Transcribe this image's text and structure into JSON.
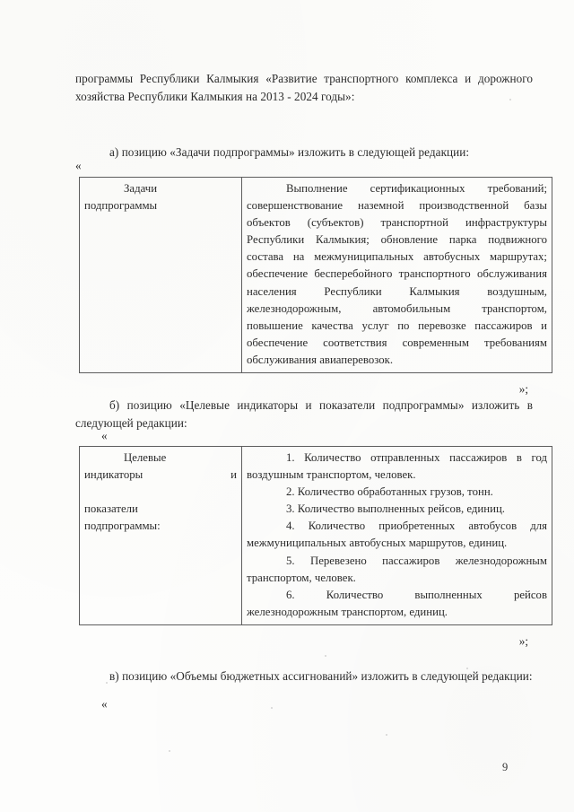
{
  "document": {
    "page_number": "9",
    "intro_paragraph": "программы Республики Калмыкия «Развитие транспортного комплекса и дорожного хозяйства Республики Калмыкия на 2013 - 2024 годы»:",
    "quote_open": "«",
    "quote_close": "»;"
  },
  "sections": [
    {
      "id": "a",
      "lead_in": "а) позицию «Задачи подпрограммы» изложить в следующей редакции:",
      "table": {
        "left_cell": {
          "line1": "Задачи",
          "line2": "подпрограммы"
        },
        "right_cell": {
          "text": "Выполнение сертификационных требований; совершенствование наземной производственной базы объектов (субъектов) транспортной инфраструктуры Республики Калмыкия; обновление парка подвижного состава на межмуниципальных автобусных маршрутах; обеспечение бесперебойного транспортного обслуживания населения Республики Калмыкия воздушным, железнодорожным, автомобильным транспортом, повышение качества услуг по перевозке пассажиров и обеспечение соответствия современным требованиям обслуживания авиаперевозок."
        }
      }
    },
    {
      "id": "b",
      "lead_in": "б) позицию «Целевые индикаторы и показатели подпрограммы» изложить в следующей редакции:",
      "table": {
        "left_cell": {
          "line1": "Целевые",
          "line2": "индикаторы и",
          "line3": "показатели",
          "line4": "подпрограммы:"
        },
        "right_cell": {
          "items": [
            "1. Количество отправленных пассажиров в год воздушным транспортом, человек.",
            "2. Количество обработанных грузов, тонн.",
            "3. Количество выполненных рейсов, единиц.",
            "4. Количество приобретенных автобусов для межмуниципальных автобусных маршрутов, единиц.",
            "5. Перевезено пассажиров железнодорожным транспортом, человек.",
            "6. Количество выполненных рейсов железнодорожным транспортом, единиц."
          ]
        }
      }
    },
    {
      "id": "c",
      "lead_in": "в) позицию «Объемы бюджетных ассигнований» изложить в следующей редакции:"
    }
  ]
}
